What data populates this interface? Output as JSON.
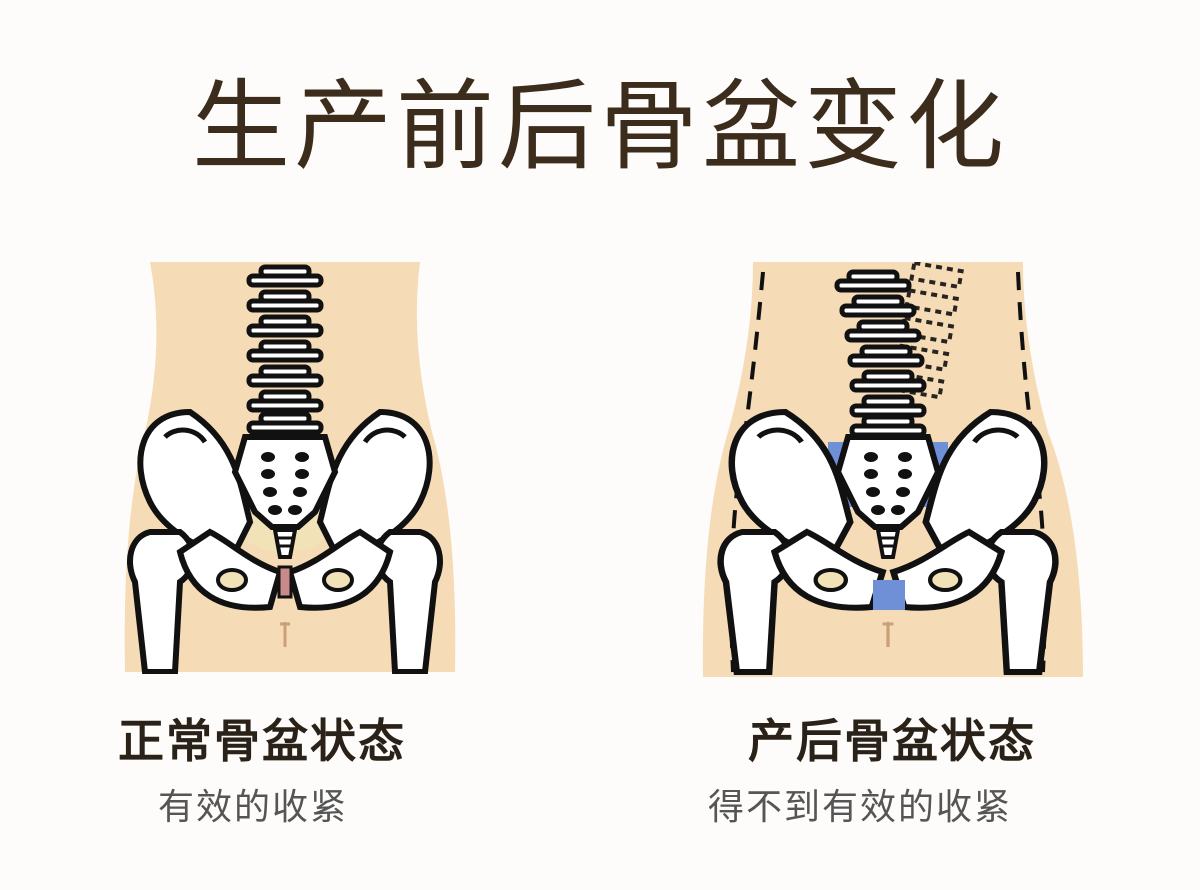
{
  "title": "生产前后骨盆变化",
  "panels": [
    {
      "label": "正常骨盆状态",
      "caption": "有效的收紧"
    },
    {
      "label": "产后骨盆状态",
      "caption": "得不到有效的收紧"
    }
  ],
  "colors": {
    "skin": "#f6dcb6",
    "bone": "#ffffff",
    "outline": "#111111",
    "gap": "#6f8fd6",
    "symphysis": "#c88a8a",
    "title": "#3b2c1c"
  }
}
